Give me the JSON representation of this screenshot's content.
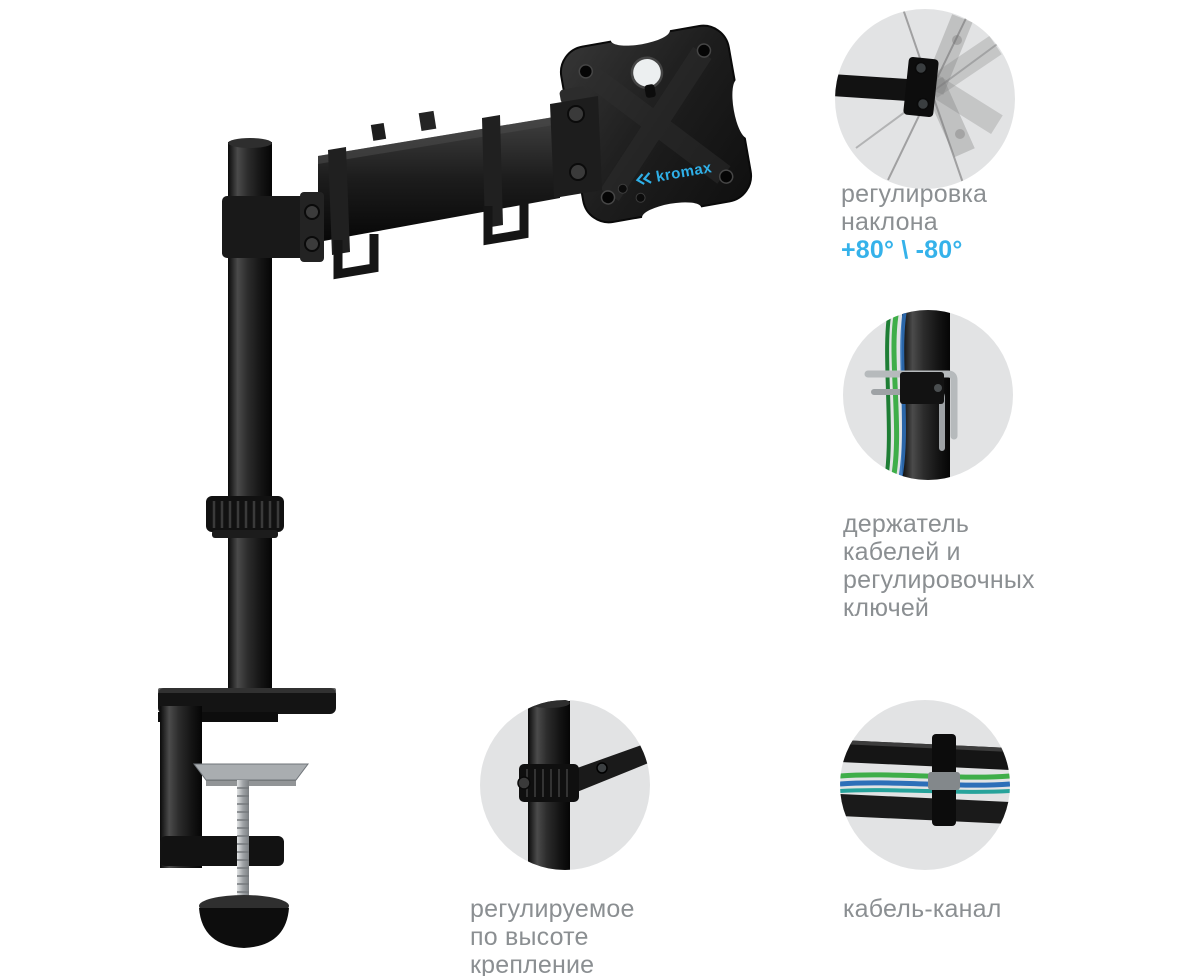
{
  "brand": {
    "logo_text": "kromax",
    "logo_color": "#2fb0e8"
  },
  "callouts": [
    {
      "name": "tilt-adjustment",
      "lines": [
        "регулировка",
        "наклона"
      ],
      "value": "+80° \\ -80°"
    },
    {
      "name": "cable-and-key-holder",
      "lines": [
        "держатель",
        "кабелей и",
        "регулировочных",
        "ключей"
      ]
    },
    {
      "name": "height-adjustable-mount",
      "lines": [
        "регулируемое",
        "по высоте",
        "крепление"
      ]
    },
    {
      "name": "cable-channel",
      "lines": [
        "кабель-канал"
      ]
    }
  ],
  "colors": {
    "accent": "#35b2ea",
    "label_text": "#8b8f92",
    "circle_background": "#e2e3e4",
    "product_black": "#1a1a1a"
  }
}
